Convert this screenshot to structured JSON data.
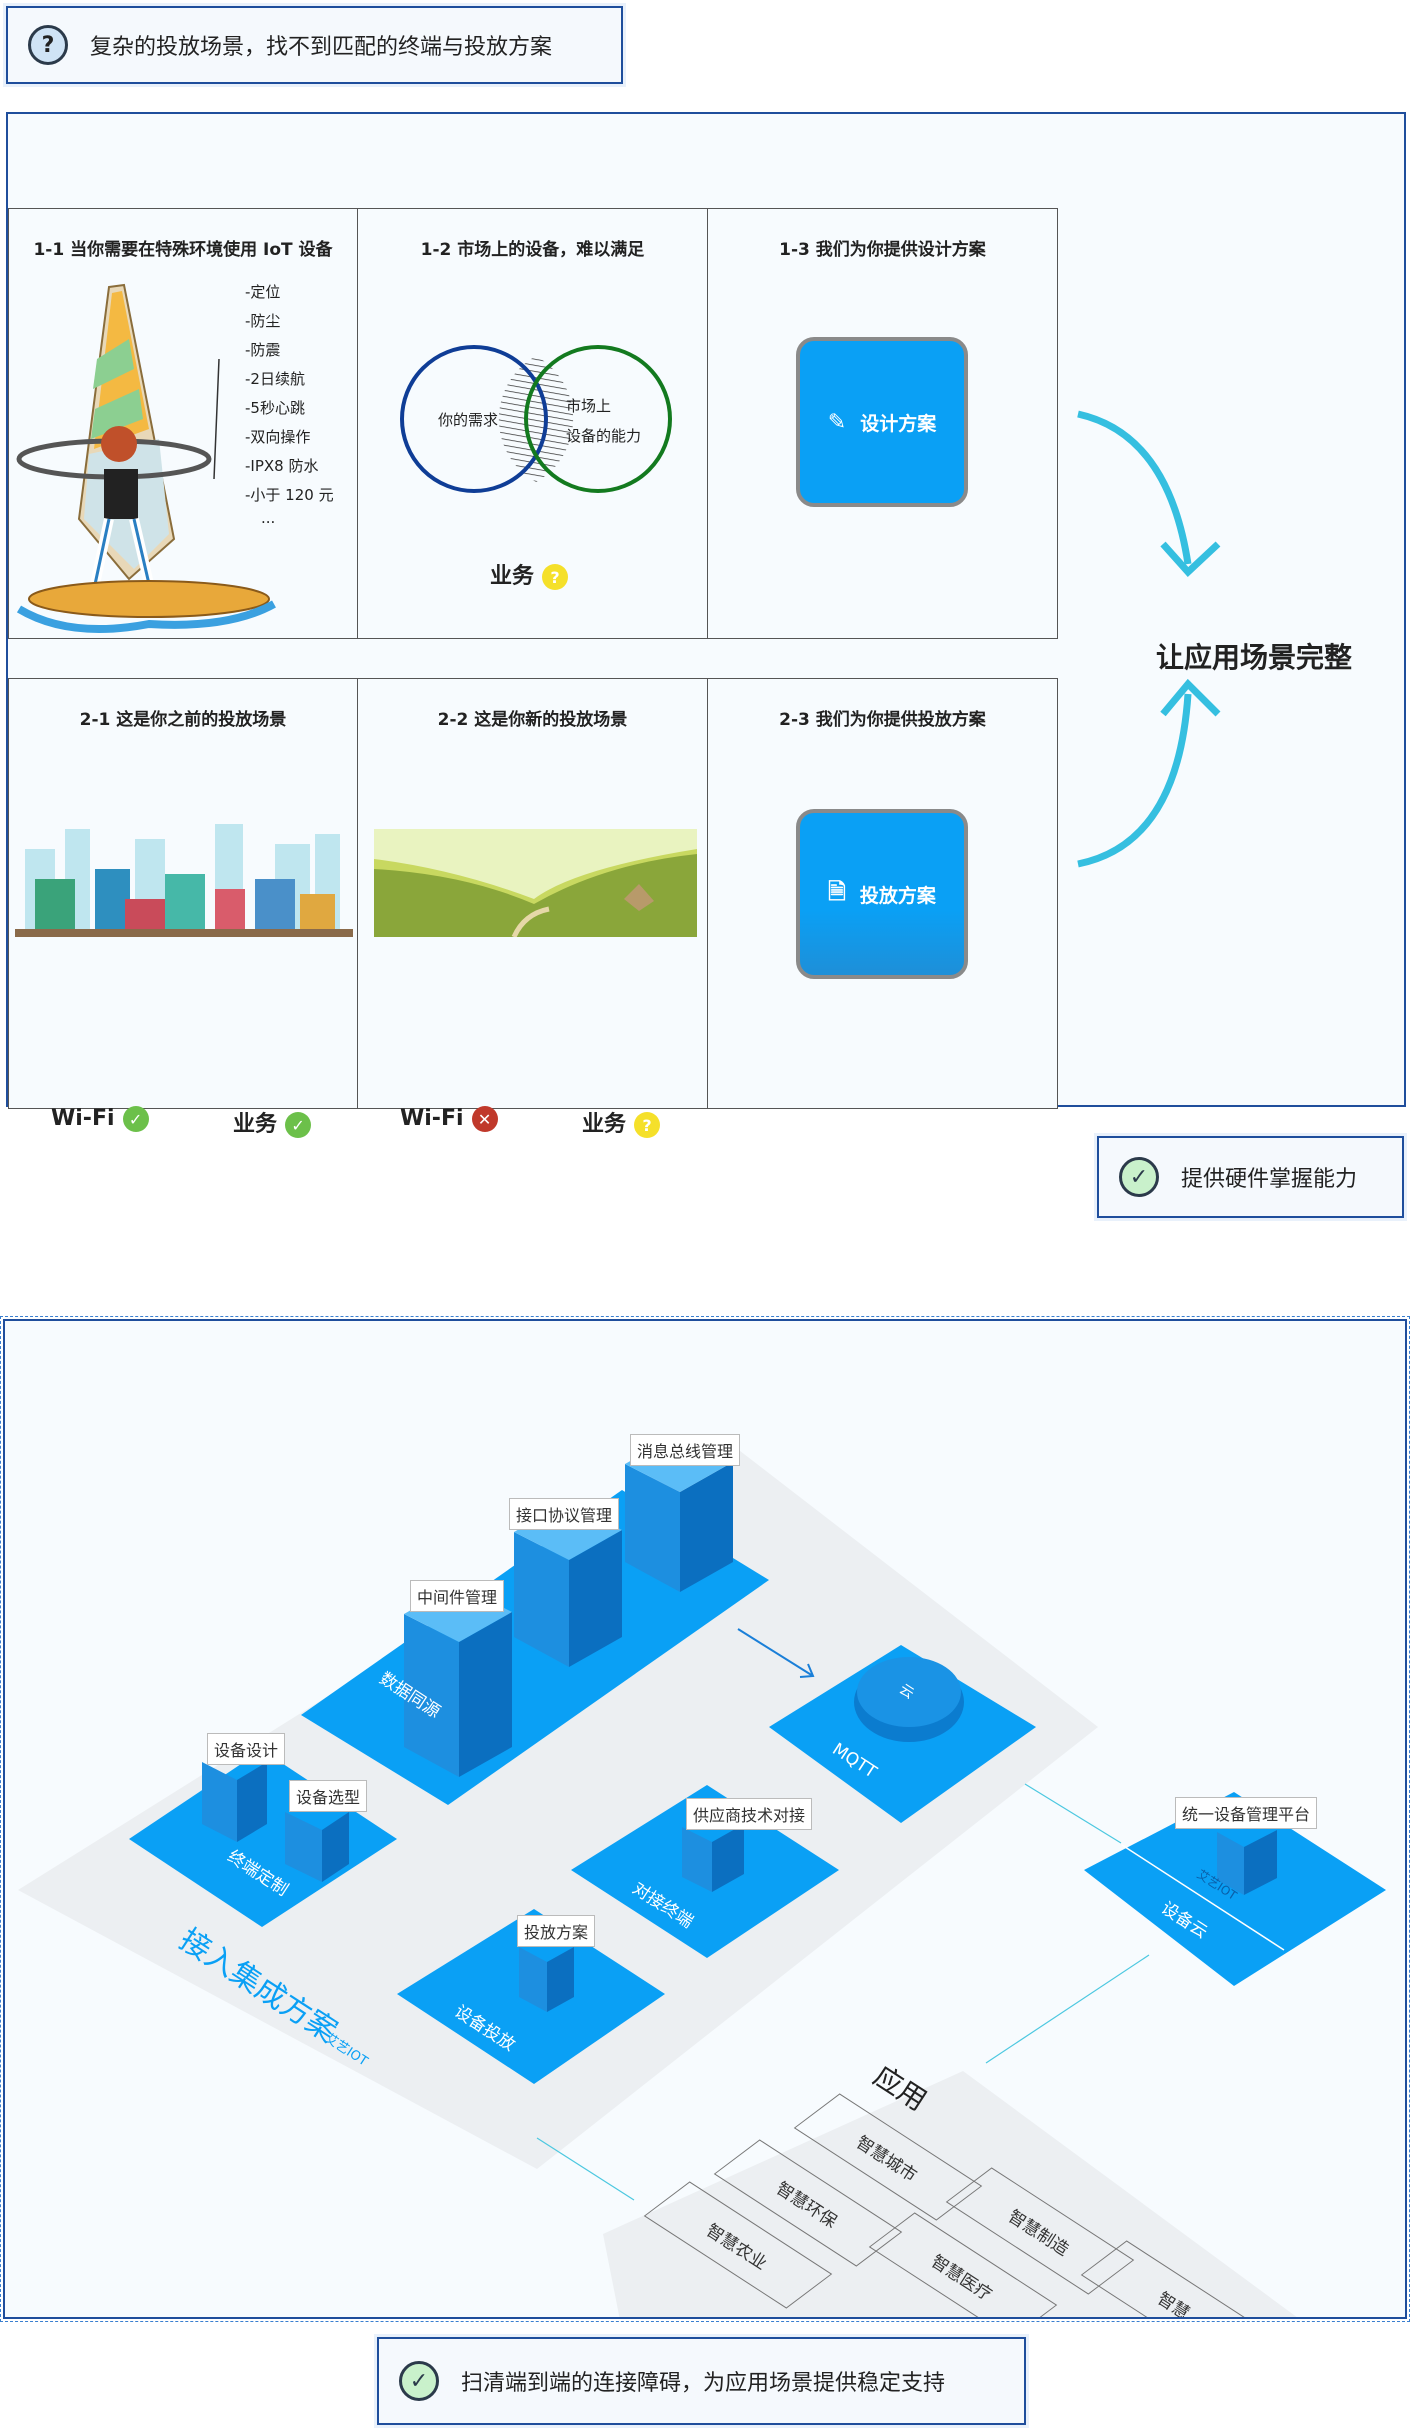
{
  "top_callout": {
    "icon": "question-icon",
    "text": "复杂的投放场景，找不到匹配的终端与投放方案"
  },
  "cells": {
    "c11": {
      "title": "1-1 当你需要在特殊环境使用 IoT 设备",
      "features": [
        "-定位",
        "-防尘",
        "-防震",
        "-2日续航",
        "-5秒心跳",
        "-双向操作",
        "-IPX8 防水",
        "-小于 120 元",
        "..."
      ]
    },
    "c12": {
      "title": "1-2 市场上的设备，难以满足",
      "left_circle": "你的需求",
      "right_circle_1": "市场上",
      "right_circle_2": "设备的能力",
      "business": "业务"
    },
    "c13": {
      "title": "1-3 我们为你提供设计方案",
      "plan": "设计方案"
    },
    "c21": {
      "title": "2-1 这是你之前的投放场景",
      "wifi": "Wi-Fi",
      "business": "业务"
    },
    "c22": {
      "title": "2-2 这是你新的投放场景",
      "wifi": "Wi-Fi",
      "business": "业务"
    },
    "c23": {
      "title": "2-3 我们为你提供投放方案",
      "plan": "投放方案"
    }
  },
  "complete_text": "让应用场景完整",
  "mid_callout": {
    "icon": "check-icon",
    "text": "提供硬件掌握能力"
  },
  "diagram": {
    "platform_title": "接入集成方案",
    "brand": "艾艺IOT",
    "tiles": {
      "terminal": "终端定制",
      "data": "数据同源",
      "mqtt": "MQTT",
      "docking": "对接终端",
      "deploy": "设备投放",
      "cloud": "设备云",
      "cloud_brand": "艾艺IOT",
      "cloud_icon": "云"
    },
    "tags": {
      "design": "设备设计",
      "select": "设备选型",
      "middleware": "中间件管理",
      "protocol": "接口协议管理",
      "bus": "消息总线管理",
      "vendor": "供应商技术对接",
      "deploy_plan": "投放方案",
      "platform": "统一设备管理平台"
    },
    "apps_title": "应用",
    "apps": [
      "智慧城市",
      "智慧环保",
      "智慧制造",
      "智慧农业",
      "智慧医疗",
      "智慧"
    ]
  },
  "bottom_callout": {
    "icon": "check-icon",
    "text": "扫清端到端的连接障碍，为应用场景提供稳定支持"
  },
  "colors": {
    "blue": "#0aa0f5",
    "border": "#1f4e9c",
    "ok": "#6cc04a",
    "bad": "#c0392b",
    "warn": "#f5e02a"
  }
}
